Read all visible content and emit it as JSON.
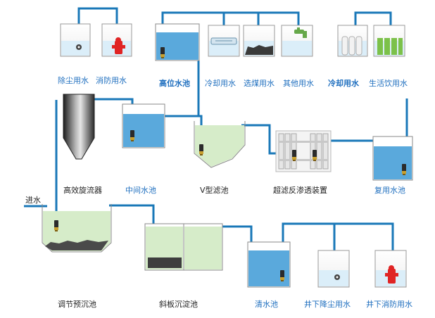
{
  "colors": {
    "pipe": "#1a78b8",
    "water": "#5aa9dc",
    "water_light": "#dbeef9",
    "treated": "#d6ecc9",
    "sludge": "#4a4a4a",
    "label_blue": "#1f6fbf",
    "label_dark": "#1f1f1f"
  },
  "labels": {
    "dust_water": "除尘用水",
    "fire_water": "消防用水",
    "high_tank": "高位水池",
    "cooling_water_1": "冷却用水",
    "coal_wash_water": "选煤用水",
    "other_water": "其他用水",
    "cooling_water_2": "冷却用水",
    "domestic_water": "生活饮用水",
    "cyclone": "高效旋流器",
    "middle_tank": "中间水池",
    "v_filter": "V型滤池",
    "uf_ro": "超滤反渗透装置",
    "reuse_tank": "复用水池",
    "inlet": "进水",
    "regulating_tank": "调节预沉池",
    "inclined_plate_tank": "斜板沉淀池",
    "clear_water_tank": "清水池",
    "underground_dust_water": "井下降尘用水",
    "underground_fire_water": "井下消防用水"
  },
  "icons": {
    "dust": "dust-nozzle-icon",
    "fire": "fire-hydrant-icon",
    "cooling": "cooling-pipe-icon",
    "coal": "coal-pile-icon",
    "tap": "water-tap-icon",
    "filter": "filter-cartridge-icon",
    "drink": "drinking-bottles-icon",
    "pump": "pump-icon"
  }
}
